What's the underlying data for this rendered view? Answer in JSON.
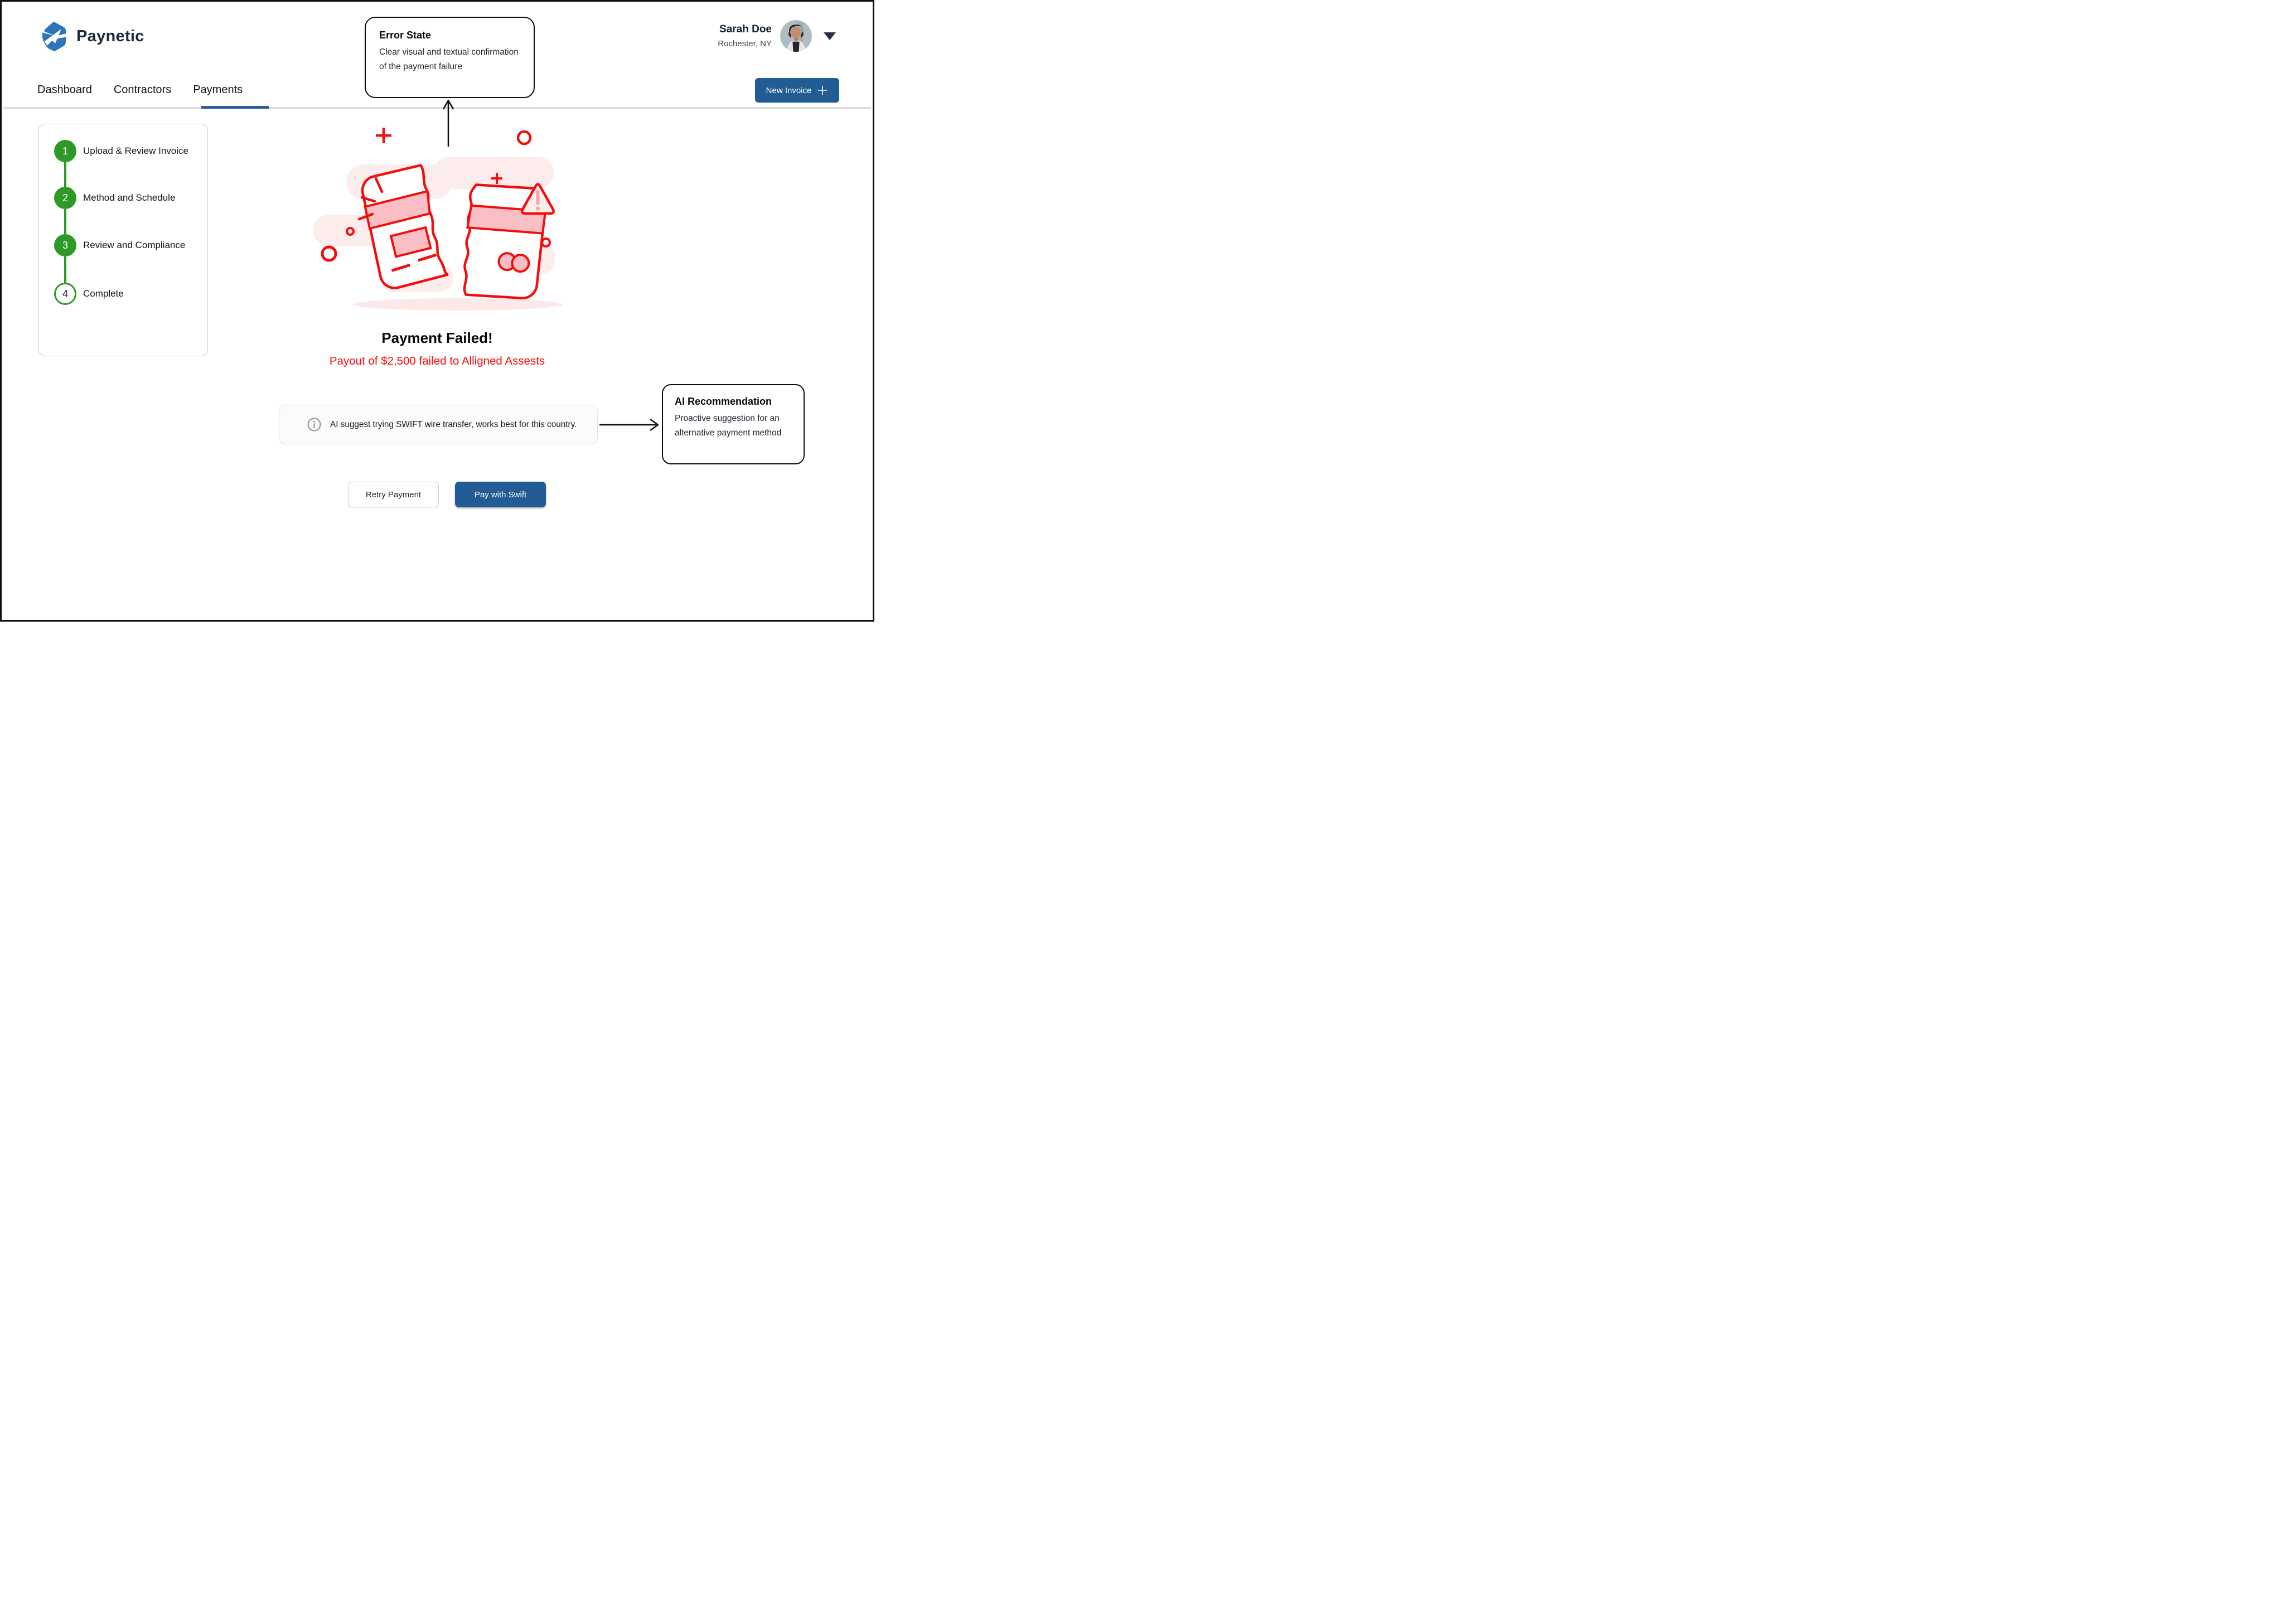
{
  "header": {
    "brand": "Paynetic",
    "user": {
      "name": "Sarah Doe",
      "location": "Rochester, NY"
    }
  },
  "nav": {
    "tabs": [
      {
        "label": "Dashboard",
        "active": false
      },
      {
        "label": "Contractors",
        "active": false
      },
      {
        "label": "Payments",
        "active": true
      }
    ],
    "new_invoice": {
      "label": "New Invoice",
      "icon": "plus-icon"
    }
  },
  "stepper": {
    "steps": [
      {
        "number": "1",
        "label": "Upload & Review Invoice",
        "state": "complete"
      },
      {
        "number": "2",
        "label": "Method and Schedule",
        "state": "complete"
      },
      {
        "number": "3",
        "label": "Review and Compliance",
        "state": "complete"
      },
      {
        "number": "4",
        "label": "Complete",
        "state": "upcoming"
      }
    ]
  },
  "annotations": {
    "error_state": {
      "title": "Error State",
      "body": "Clear visual and textual confirmation of the payment failure"
    },
    "ai_recommendation": {
      "title": "AI Recommendation",
      "body": "Proactive suggestion for an alternative payment method"
    }
  },
  "result": {
    "title": "Payment Failed!",
    "subtitle": "Payout of $2,500 failed to Alligned Assests"
  },
  "ai_banner": {
    "icon": "info-icon",
    "text": "AI suggest trying SWIFT wire transfer, works best for this country."
  },
  "actions": {
    "retry": "Retry Payment",
    "pay": "Pay with Swift"
  },
  "illustration": {
    "name": "broken-credit-card",
    "elements": [
      "torn-card-left",
      "torn-card-right",
      "warning-triangle-icon"
    ]
  },
  "colors": {
    "accent_blue": "#215C94",
    "logo_blue": "#2E74BA",
    "step_green": "#2F9927",
    "error_red": "#F40D0D",
    "pink_fill": "#F9BFC4",
    "pink_light": "#FCECEC",
    "divider_gray": "#D9DBDD"
  }
}
